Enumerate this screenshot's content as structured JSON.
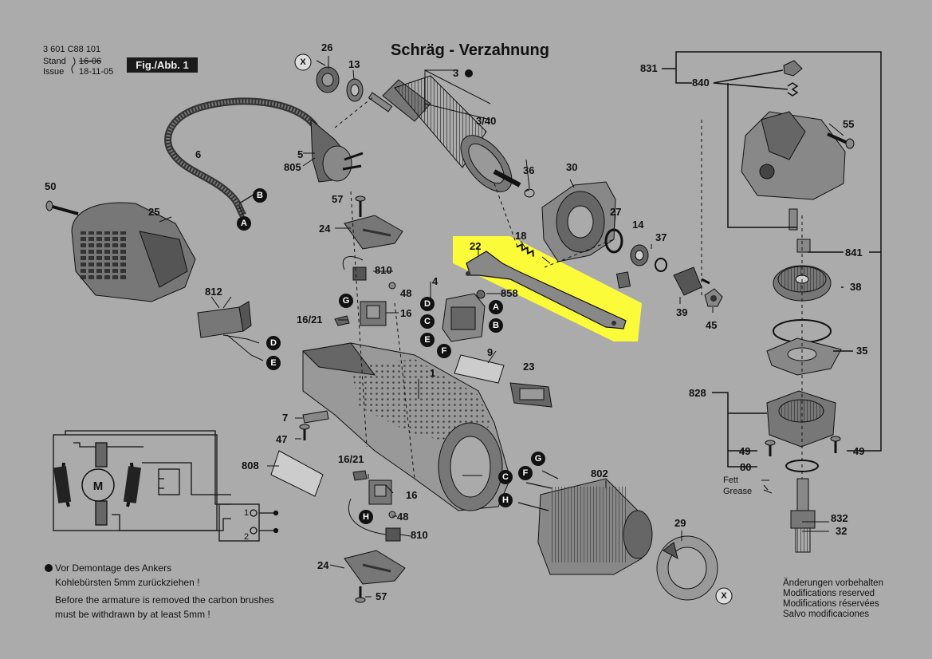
{
  "header": {
    "doc_number": "3 601 C88 101",
    "stand_label": "Stand",
    "issue_label": "Issue",
    "old_date": "16-06",
    "new_date": "18-11-05",
    "fig_label": "Fig./Abb. 1"
  },
  "title": "Schräg - Verzahnung",
  "notes": {
    "de_line1": "Vor Demontage des Ankers",
    "de_line2": "Kohlebürsten 5mm zurückziehen !",
    "en_line1": "Before the armature is removed the carbon brushes",
    "en_line2": "must be withdrawn by at least 5mm !"
  },
  "modifications": [
    "Änderungen vorbehalten",
    "Modifications reserved",
    "Modifications réservées",
    "Salvo modificaciones"
  ],
  "grease": {
    "line1": "Fett",
    "line2": "Grease"
  },
  "wiring": {
    "motor_symbol": "M",
    "terminal_1": "1",
    "terminal_2": "2"
  },
  "highlight_color": "#ffff33",
  "part_labels": {
    "p26": "26",
    "p13": "13",
    "p3": "3",
    "p3_40": "3/40",
    "p36": "36",
    "p30": "30",
    "p6": "6",
    "p5": "5",
    "p805": "805",
    "p50": "50",
    "p25": "25",
    "p57a": "57",
    "p24a": "24",
    "p810a": "810",
    "p48a": "48",
    "p16_21a": "16/21",
    "p16a": "16",
    "p812": "812",
    "p4": "4",
    "p858": "858",
    "p22": "22",
    "p18": "18",
    "p27": "27",
    "p14": "14",
    "p37": "37",
    "p39": "39",
    "p45": "45",
    "p9": "9",
    "p23": "23",
    "p1": "1",
    "p7": "7",
    "p47": "47",
    "p808": "808",
    "p16_21b": "16/21",
    "p16b": "16",
    "p48b": "48",
    "p810b": "810",
    "p24b": "24",
    "p57b": "57",
    "p802": "802",
    "p29": "29",
    "p831": "831",
    "p840": "840",
    "p55": "55",
    "p841": "841",
    "p38": "38",
    "p35": "35",
    "p828": "828",
    "p49a": "49",
    "p49b": "49",
    "p80": "80",
    "p832": "832",
    "p32": "32"
  },
  "markers": {
    "X": "X",
    "A": "A",
    "B": "B",
    "C": "C",
    "D": "D",
    "E": "E",
    "F": "F",
    "G": "G",
    "H": "H"
  }
}
